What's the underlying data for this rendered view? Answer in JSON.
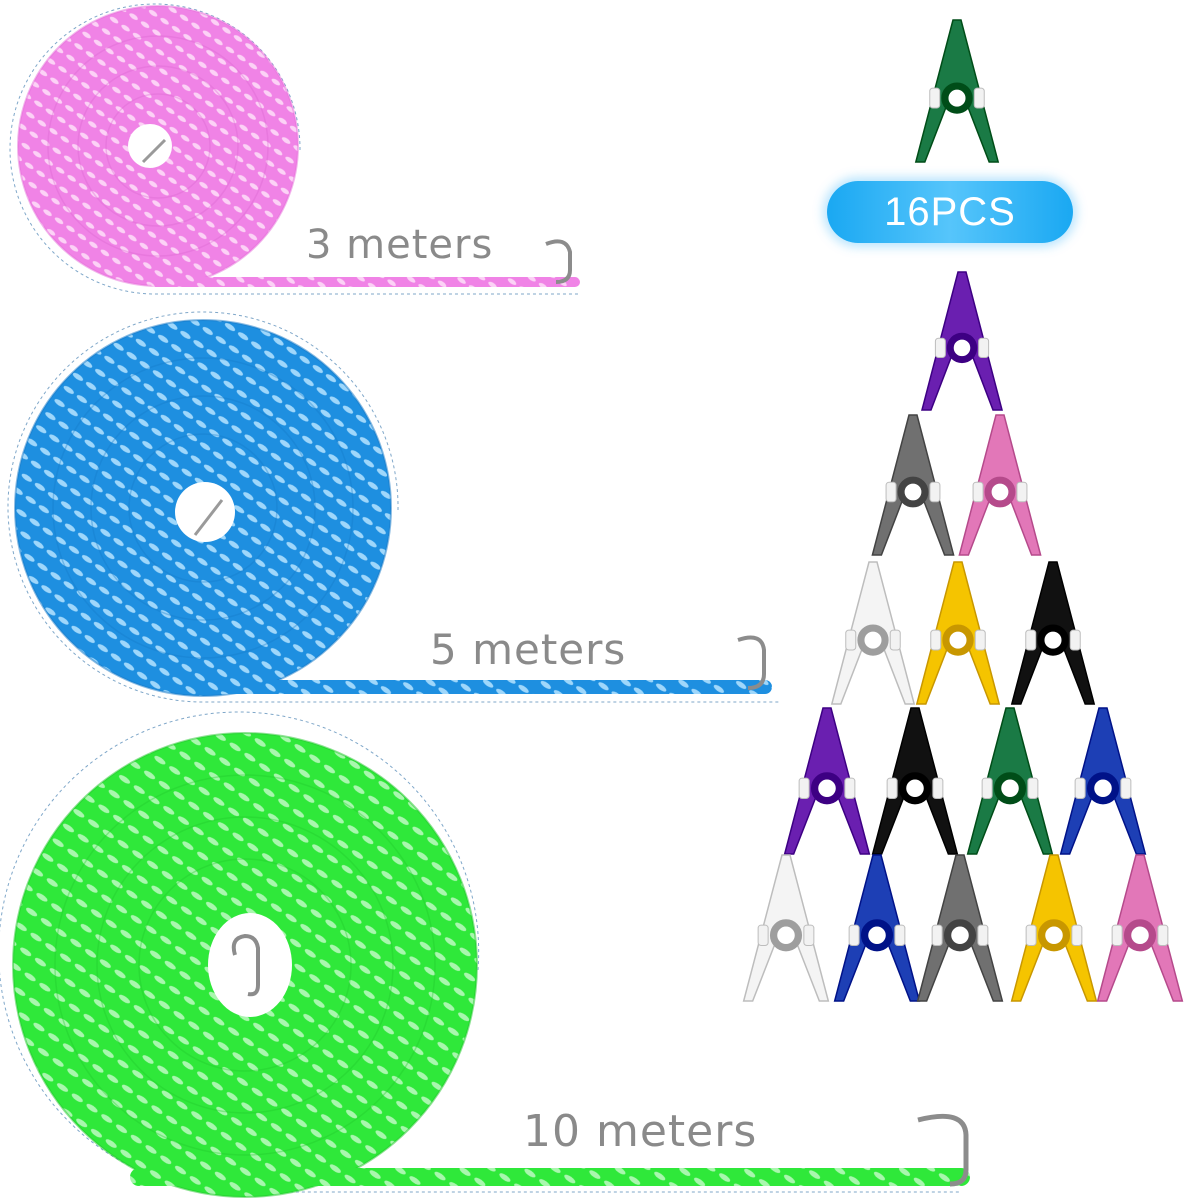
{
  "ropes": [
    {
      "id": "pink",
      "label": "3 meters",
      "color": "#f083e6",
      "highlight": "#fcd2f6"
    },
    {
      "id": "blue",
      "label": "5 meters",
      "color": "#1e8fe0",
      "highlight": "#9fd7fb"
    },
    {
      "id": "green",
      "label": "10 meters",
      "color": "#2fe83a",
      "highlight": "#a9f7ae"
    }
  ],
  "badge": {
    "text": "16PCS",
    "color": "#1aa8f2"
  },
  "clips": {
    "featured": "#1a7a45",
    "pyramid": [
      [
        "#6a1fb0"
      ],
      [
        "#707070",
        "#e277b8"
      ],
      [
        "#f4f4f4",
        "#f5c400",
        "#111111"
      ],
      [
        "#6a1fb0",
        "#111111",
        "#1a7a45",
        "#1d3fb5"
      ],
      [
        "#f4f4f4",
        "#1d3fb5",
        "#707070",
        "#f5c400",
        "#e277b8"
      ]
    ]
  }
}
